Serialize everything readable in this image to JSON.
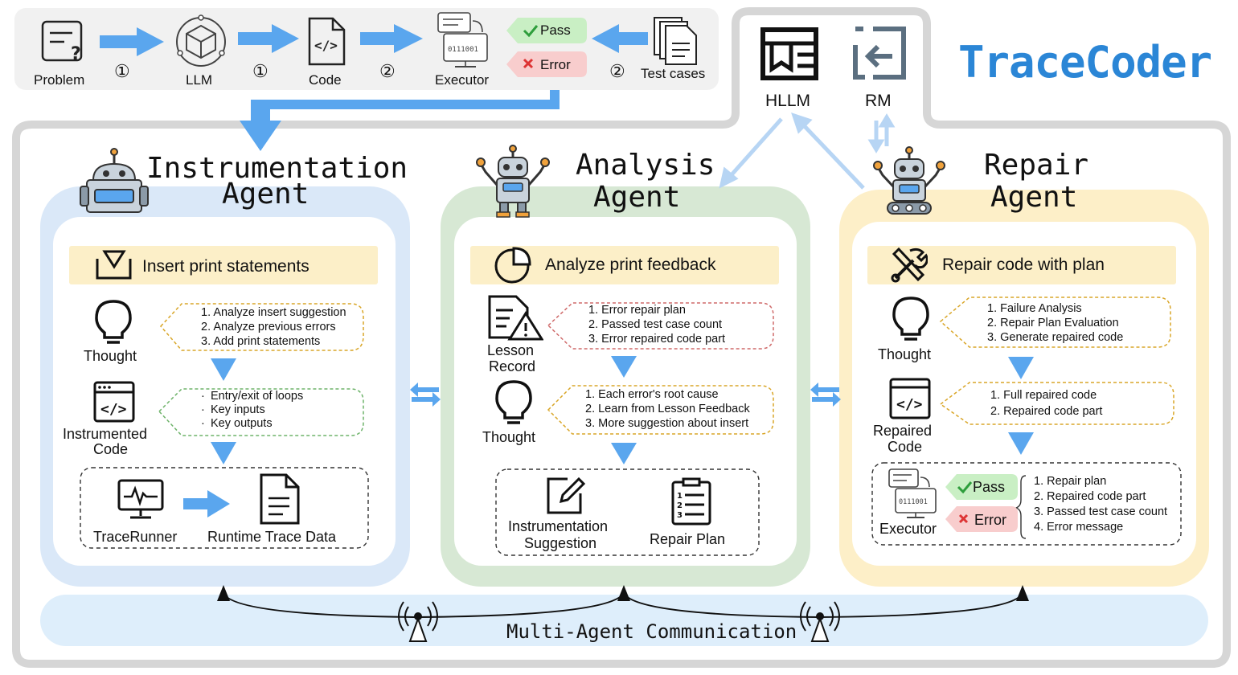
{
  "title": "TraceCoder",
  "top_flow": {
    "problem": "Problem",
    "llm": "LLM",
    "code": "Code",
    "executor": "Executor",
    "test_cases": "Test cases",
    "pass": "Pass",
    "error": "Error",
    "step1": "①",
    "step2": "②"
  },
  "models": {
    "hllm": "HLLM",
    "rm": "RM"
  },
  "instrumentation": {
    "title_line1": "Instrumentation",
    "title_line2": "Agent",
    "header": "Insert print statements",
    "thought_label": "Thought",
    "thought_items": [
      "1. Analyze insert suggestion",
      "2. Analyze previous errors",
      "3. Add print statements"
    ],
    "code_label_line1": "Instrumented",
    "code_label_line2": "Code",
    "code_items": [
      "Entry/exit of loops",
      "Key inputs",
      "Key outputs"
    ],
    "tracerunner": "TraceRunner",
    "runtime": "Runtime Trace Data"
  },
  "analysis": {
    "title_line1": "Analysis",
    "title_line2": "Agent",
    "header": "Analyze print feedback",
    "lesson_line1": "Lesson",
    "lesson_line2": "Record",
    "lesson_items": [
      "1. Error repair plan",
      "2. Passed test case count",
      "3. Error repaired code part"
    ],
    "thought_label": "Thought",
    "thought_items": [
      "1. Each error's root cause",
      "2. Learn from Lesson Feedback",
      "3. More suggestion about insert"
    ],
    "suggestion_line1": "Instrumentation",
    "suggestion_line2": "Suggestion",
    "repair_plan": "Repair Plan"
  },
  "repair": {
    "title_line1": "Repair",
    "title_line2": "Agent",
    "header": "Repair code with plan",
    "thought_label": "Thought",
    "thought_items": [
      "1. Failure Analysis",
      "2. Repair Plan Evaluation",
      "3. Generate repaired code"
    ],
    "code_label_line1": "Repaired",
    "code_label_line2": "Code",
    "code_items": [
      "1. Full repaired code",
      "2. Repaired code part"
    ],
    "executor": "Executor",
    "pass": "Pass",
    "error": "Error",
    "result_items": [
      "1. Repair plan",
      "2. Repaired code part",
      "3. Passed test case count",
      "4. Error message"
    ]
  },
  "communication": "Multi-Agent Communication",
  "colors": {
    "arrow_blue": "#5aa6ee",
    "title_blue": "#2b86d6",
    "panel_blue": "#dae8f8",
    "panel_green": "#d7e8d4",
    "panel_yellow": "#fdefc8",
    "header_yellow": "#fcefc8",
    "pass_green": "#c9efc4",
    "error_red": "#f8cdcd",
    "comm_bg": "#deeefb"
  }
}
